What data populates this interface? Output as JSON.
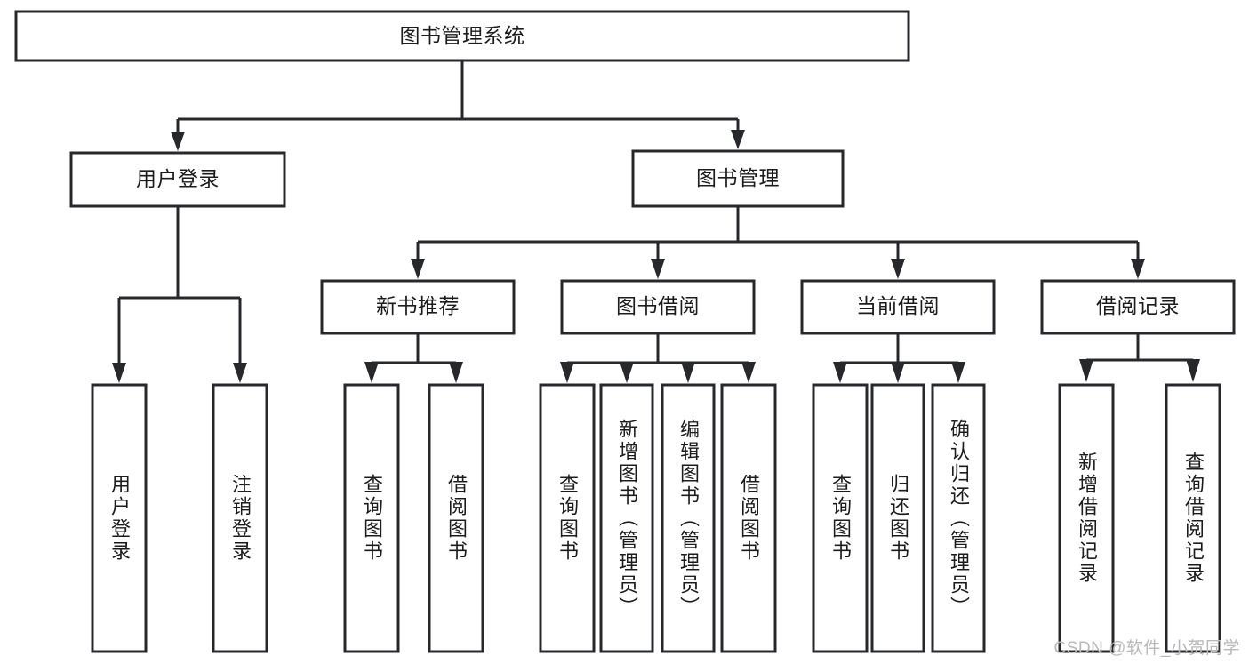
{
  "diagram": {
    "title": "图书管理系统",
    "type": "tree",
    "orientation": "top-down",
    "colors": {
      "box_fill": "#ffffff",
      "box_stroke": "#26282b",
      "text": "#1c1c1c",
      "background": "#ffffff",
      "watermark": "#b9b9b9"
    },
    "root": {
      "label": "图书管理系统"
    },
    "level2": [
      {
        "label": "用户登录"
      },
      {
        "label": "图书管理"
      }
    ],
    "level3": [
      {
        "label": "新书推荐",
        "parent": "图书管理"
      },
      {
        "label": "图书借阅",
        "parent": "图书管理"
      },
      {
        "label": "当前借阅",
        "parent": "图书管理"
      },
      {
        "label": "借阅记录",
        "parent": "图书管理"
      }
    ],
    "leaves": [
      {
        "label": "用户登录",
        "parent": "用户登录"
      },
      {
        "label": "注销登录",
        "parent": "用户登录"
      },
      {
        "label": "查询图书",
        "parent": "新书推荐"
      },
      {
        "label": "借阅图书",
        "parent": "新书推荐"
      },
      {
        "label": "查询图书",
        "parent": "图书借阅"
      },
      {
        "label": "新增图书（管理员）",
        "parent": "图书借阅"
      },
      {
        "label": "编辑图书（管理员）",
        "parent": "图书借阅"
      },
      {
        "label": "借阅图书",
        "parent": "图书借阅"
      },
      {
        "label": "查询图书",
        "parent": "当前借阅"
      },
      {
        "label": "归还图书",
        "parent": "当前借阅"
      },
      {
        "label": "确认归还（管理员）",
        "parent": "当前借阅"
      },
      {
        "label": "新增借阅记录",
        "parent": "借阅记录"
      },
      {
        "label": "查询借阅记录",
        "parent": "借阅记录"
      }
    ],
    "watermark": "CSDN @软件_小贺同学"
  }
}
